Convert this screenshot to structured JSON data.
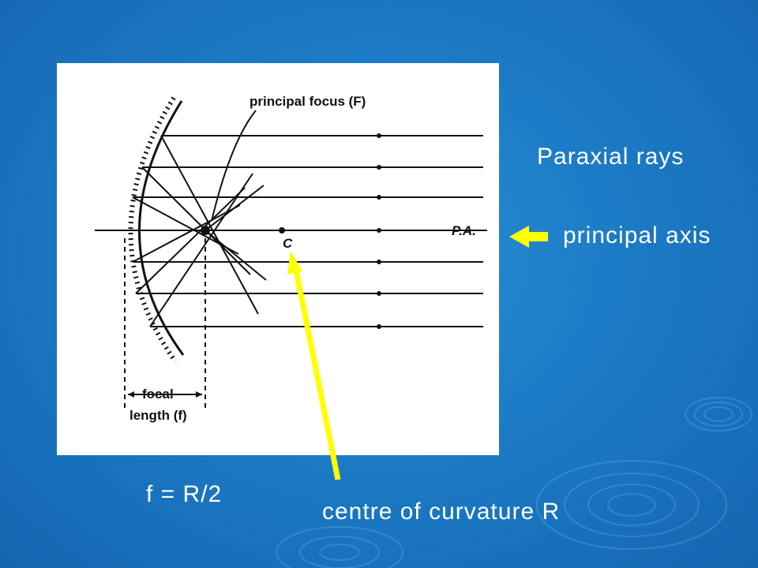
{
  "slide": {
    "labels": {
      "paraxial_rays": "Paraxial rays",
      "principal_axis": "principal axis",
      "focal_relation": "f = R/2",
      "centre_of_curvature": "centre of curvature R"
    },
    "figure": {
      "principal_focus_label": "principal focus (F)",
      "centre_label": "C",
      "axis_label": "P.A.",
      "focal_length_line1": "focal",
      "focal_length_line2": "length (f)"
    },
    "colors": {
      "background": "#1c7bc6",
      "text": "#ffffff",
      "pointer_arrow": "#ffff00",
      "figure_panel": "#ffffff",
      "figure_ink": "#111111"
    }
  }
}
